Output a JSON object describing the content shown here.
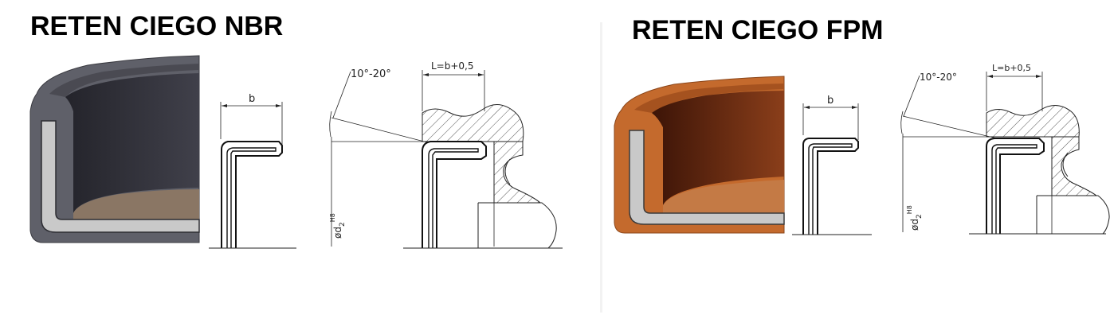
{
  "panels": {
    "nbr": {
      "title": "RETEN CIEGO NBR",
      "colors": {
        "outer": "#5f6069",
        "inner_face": "#2f2f37",
        "insert": "#c9c9c9",
        "bottom": "#8a7664"
      }
    },
    "fpm": {
      "title": "RETEN CIEGO FPM",
      "colors": {
        "outer": "#c46a2d",
        "inner_face": "#5a2410",
        "insert": "#c9c9c9",
        "bottom": "#c47a45"
      }
    }
  },
  "dimensions": {
    "width_label": "b",
    "housing_label": "L=b+0,5",
    "angle_label": "10°-20°",
    "bore_label": "ød",
    "bore_subscript": "2",
    "bore_tolerance": "H8"
  }
}
